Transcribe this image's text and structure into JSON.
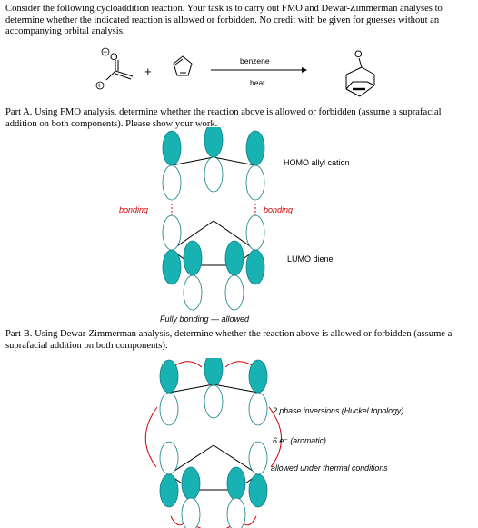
{
  "intro": {
    "text": "Consider the following cycloaddition reaction.  Your task is to carry out FMO and Dewar-Zimmerman analyses to determine whether the indicated reaction is allowed or forbidden.  No credit with be given for guesses without an accompanying orbital analysis."
  },
  "reaction": {
    "plus": "+",
    "condition_top": "benzene",
    "condition_bottom": "heat",
    "charge_neg": "−",
    "charge_pos": "+",
    "atom_o": "O"
  },
  "partA": {
    "text": "Part A.  Using FMO analysis, determine whether the  reaction above  is allowed or forbidden (assume a suprafacial addition on both components).  Please show your work.",
    "homo_label": "HOMO allyl cation",
    "lumo_label": "LUMO diene",
    "bonding_left": "bonding",
    "bonding_right": "bonding",
    "conclusion": "Fully bonding — allowed"
  },
  "partB": {
    "text": "Part B.  Using Dewar-Zimmerman analysis, determine whether the  reaction above  is allowed or forbidden (assume a suprafacial addition on both components):",
    "note1": "2 phase inversions (Huckel topology)",
    "note2": "6 e⁻ (aromatic)",
    "note3": "allowed under thermal conditions"
  },
  "colors": {
    "lobe_fill": "#19b2b2",
    "lobe_stroke": "#0f7f85",
    "bonding_red": "#d00000"
  }
}
